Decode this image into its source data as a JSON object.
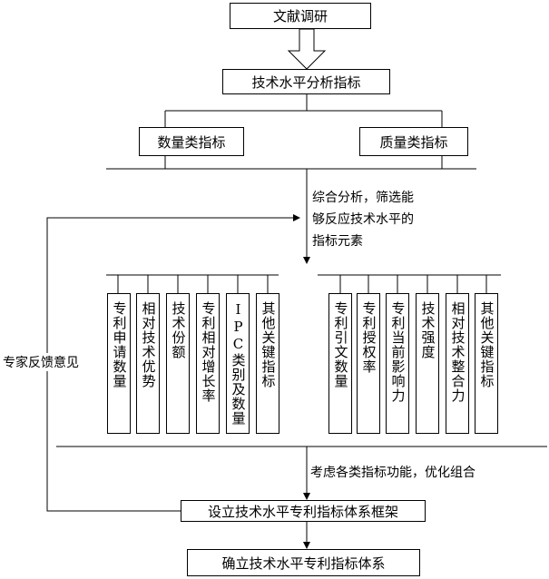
{
  "nodes": {
    "literature_research": "文献调研",
    "tech_level_indicators": "技术水平分析指标",
    "quantity_indicators": "数量类指标",
    "quality_indicators": "质量类指标",
    "quantity_items": [
      "专利申请数量",
      "相对技术优势",
      "技术份额",
      "专利相对增长率",
      "IPC类别及数量",
      "其他关键指标"
    ],
    "quality_items": [
      "专利引文数量",
      "专利授权率",
      "专利当前影响力",
      "技术强度",
      "相对技术整合力",
      "其他关键指标"
    ],
    "build_framework": "设立技术水平专利指标体系框架",
    "final_system": "确立技术水平专利指标体系"
  },
  "notes": {
    "screening_line1": "综合分析，筛选能",
    "screening_line2": "够反应技术水平的",
    "screening_line3": "指标元素",
    "optimize": "考虑各类指标功能，优化组合",
    "expert_feedback": "专家反馈意见"
  }
}
